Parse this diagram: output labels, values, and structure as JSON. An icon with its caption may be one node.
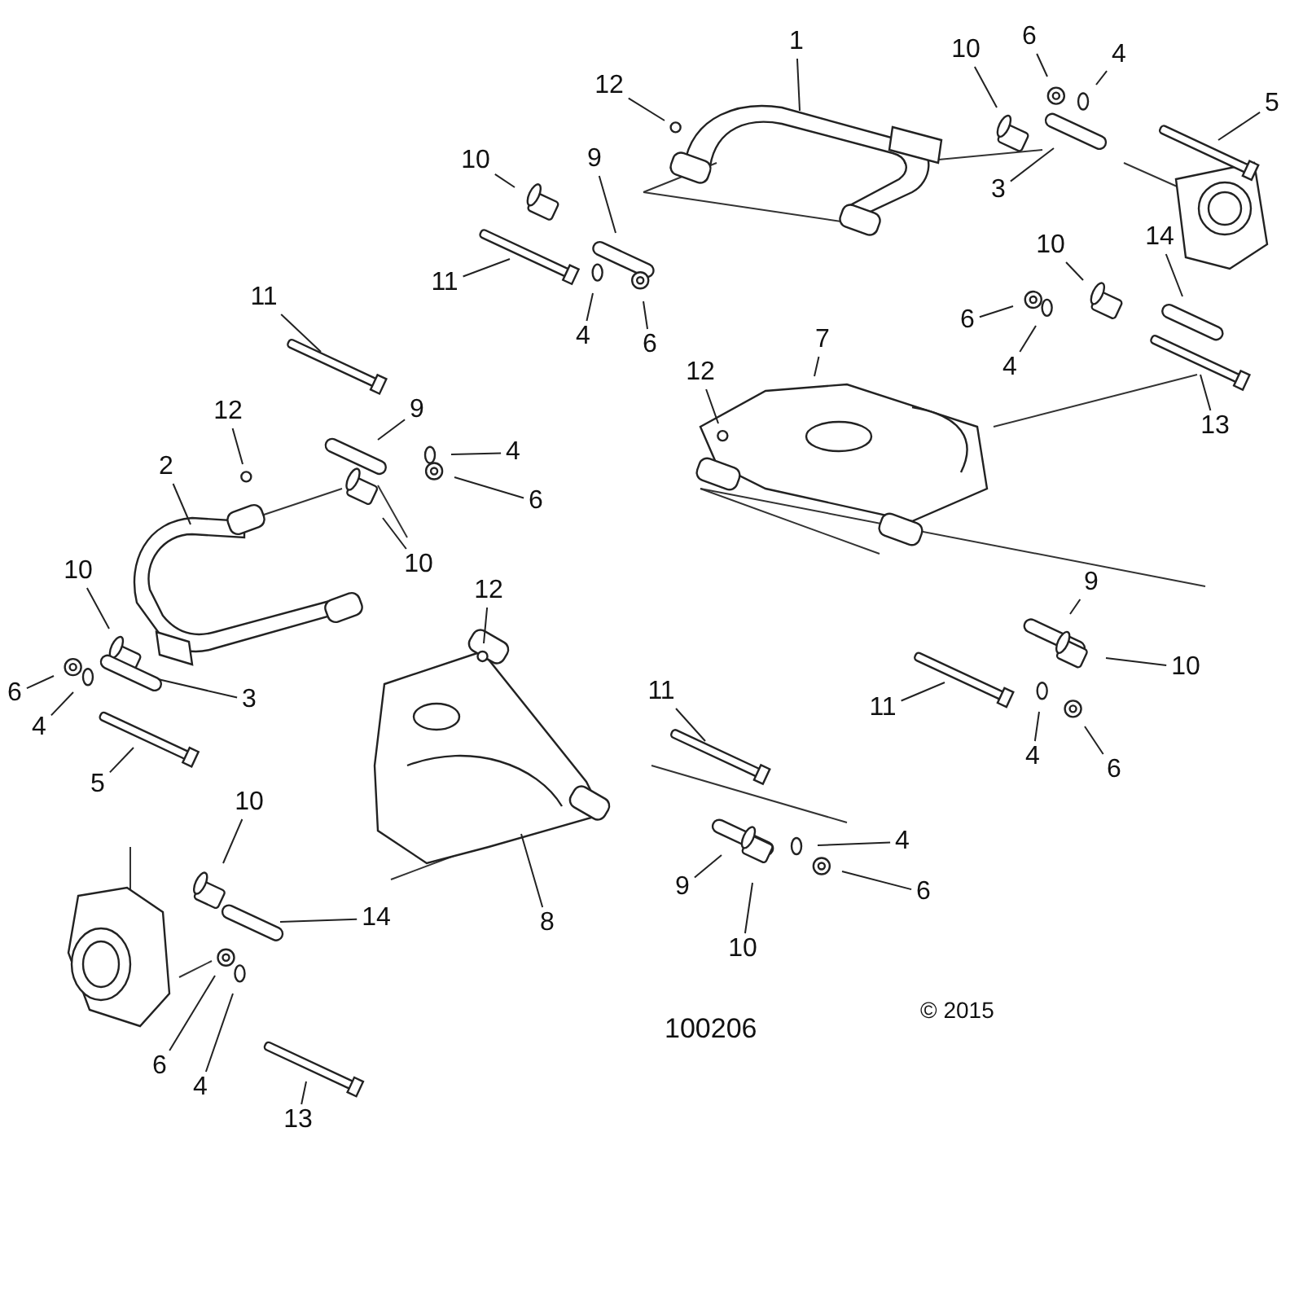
{
  "diagram": {
    "nodes": [
      {
        "text": [
          "6"
        ]
      },
      {
        "text": [
          "1"
        ]
      },
      {
        "text": [
          "10"
        ]
      },
      {
        "text": [
          "4"
        ]
      },
      {
        "text": [
          "12"
        ]
      },
      {
        "text": [
          "5"
        ]
      },
      {
        "text": [
          "9"
        ]
      },
      {
        "text": [
          "10"
        ]
      },
      {
        "text": [
          "3"
        ]
      },
      {
        "text": [
          "10"
        ]
      },
      {
        "text": [
          "14"
        ]
      },
      {
        "text": [
          "11"
        ]
      },
      {
        "text": [
          "11"
        ]
      },
      {
        "text": [
          "6"
        ]
      },
      {
        "text": [
          "4"
        ]
      },
      {
        "text": [
          "7"
        ]
      },
      {
        "text": [
          "6"
        ]
      },
      {
        "text": [
          "4"
        ]
      },
      {
        "text": [
          "12"
        ]
      },
      {
        "text": [
          "9"
        ]
      },
      {
        "text": [
          "12"
        ]
      },
      {
        "text": [
          "13"
        ]
      },
      {
        "text": [
          "4"
        ]
      },
      {
        "text": [
          "2"
        ]
      },
      {
        "text": [
          "6"
        ]
      },
      {
        "text": [
          "10"
        ]
      },
      {
        "text": [
          "10"
        ]
      },
      {
        "text": [
          "9"
        ]
      },
      {
        "text": [
          "12"
        ]
      },
      {
        "text": [
          "10"
        ]
      },
      {
        "text": [
          "11"
        ]
      },
      {
        "text": [
          "6"
        ]
      },
      {
        "text": [
          "3"
        ]
      },
      {
        "text": [
          "11"
        ]
      },
      {
        "text": [
          "4"
        ]
      },
      {
        "text": [
          "4"
        ]
      },
      {
        "text": [
          "6"
        ]
      },
      {
        "text": [
          "5"
        ]
      },
      {
        "text": [
          "10"
        ]
      },
      {
        "text": [
          "4"
        ]
      },
      {
        "text": [
          "9"
        ]
      },
      {
        "text": [
          "6"
        ]
      },
      {
        "text": [
          "14"
        ]
      },
      {
        "text": [
          "8"
        ]
      },
      {
        "text": [
          "10"
        ]
      },
      {
        "text": [
          "6"
        ]
      },
      {
        "text": [
          "4"
        ]
      },
      {
        "text": [
          "13"
        ]
      }
    ],
    "edges": [
      {
        "from": 0,
        "to": null,
        "arrow": "none"
      },
      {
        "from": 1,
        "to": null,
        "arrow": "none"
      },
      {
        "from": 2,
        "to": null,
        "arrow": "none"
      },
      {
        "from": 3,
        "to": null,
        "arrow": "none"
      },
      {
        "from": 4,
        "to": null,
        "arrow": "none"
      },
      {
        "from": 5,
        "to": null,
        "arrow": "none"
      },
      {
        "from": 6,
        "to": null,
        "arrow": "none"
      },
      {
        "from": 7,
        "to": null,
        "arrow": "none"
      },
      {
        "from": 8,
        "to": null,
        "arrow": "none"
      },
      {
        "from": 9,
        "to": null,
        "arrow": "none"
      },
      {
        "from": 10,
        "to": null,
        "arrow": "none"
      },
      {
        "from": 11,
        "to": null,
        "arrow": "none"
      },
      {
        "from": 12,
        "to": null,
        "arrow": "none"
      },
      {
        "from": 13,
        "to": null,
        "arrow": "none"
      },
      {
        "from": 14,
        "to": null,
        "arrow": "none"
      },
      {
        "from": 15,
        "to": null,
        "arrow": "none"
      },
      {
        "from": 16,
        "to": null,
        "arrow": "none"
      },
      {
        "from": 17,
        "to": null,
        "arrow": "none"
      },
      {
        "from": 18,
        "to": null,
        "arrow": "none"
      },
      {
        "from": 19,
        "to": null,
        "arrow": "none"
      },
      {
        "from": 20,
        "to": null,
        "arrow": "none"
      },
      {
        "from": 21,
        "to": null,
        "arrow": "none"
      },
      {
        "from": 22,
        "to": null,
        "arrow": "none"
      },
      {
        "from": 23,
        "to": null,
        "arrow": "none"
      },
      {
        "from": 24,
        "to": null,
        "arrow": "none"
      },
      {
        "from": 25,
        "to": null,
        "arrow": "none"
      },
      {
        "from": 26,
        "to": null,
        "arrow": "none"
      },
      {
        "from": 27,
        "to": null,
        "arrow": "none"
      },
      {
        "from": 28,
        "to": null,
        "arrow": "none"
      },
      {
        "from": 29,
        "to": null,
        "arrow": "none"
      },
      {
        "from": 30,
        "to": null,
        "arrow": "none"
      },
      {
        "from": 31,
        "to": null,
        "arrow": "none"
      },
      {
        "from": 32,
        "to": null,
        "arrow": "none"
      },
      {
        "from": 33,
        "to": null,
        "arrow": "none"
      },
      {
        "from": 34,
        "to": null,
        "arrow": "none"
      },
      {
        "from": 35,
        "to": null,
        "arrow": "none"
      },
      {
        "from": 36,
        "to": null,
        "arrow": "none"
      },
      {
        "from": 37,
        "to": null,
        "arrow": "none"
      },
      {
        "from": 38,
        "to": null,
        "arrow": "none"
      },
      {
        "from": 39,
        "to": null,
        "arrow": "none"
      },
      {
        "from": 40,
        "to": null,
        "arrow": "none"
      },
      {
        "from": 41,
        "to": null,
        "arrow": "none"
      },
      {
        "from": 42,
        "to": null,
        "arrow": "none"
      },
      {
        "from": 43,
        "to": null,
        "arrow": "none"
      },
      {
        "from": 44,
        "to": null,
        "arrow": "none"
      },
      {
        "from": 45,
        "to": null,
        "arrow": "none"
      },
      {
        "from": 46,
        "to": null,
        "arrow": "none"
      },
      {
        "from": 47,
        "to": null,
        "arrow": "none"
      }
    ],
    "labels": [
      "© 2015",
      "100206"
    ]
  }
}
